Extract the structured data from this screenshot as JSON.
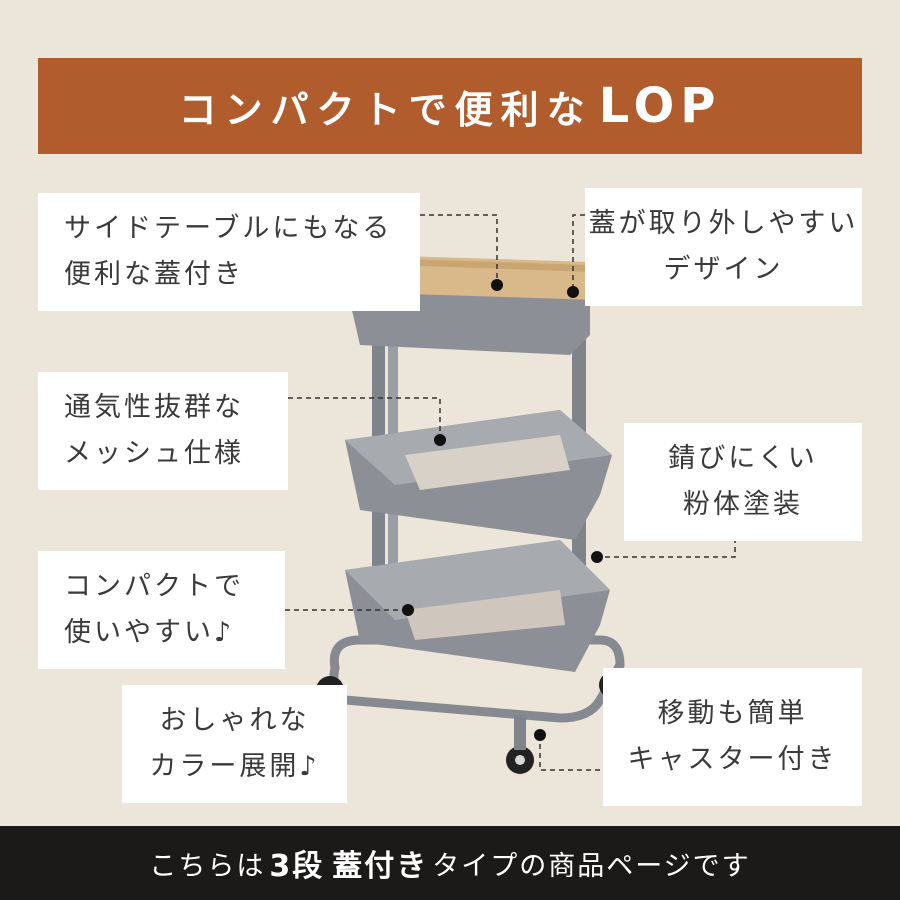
{
  "banner": {
    "title": "コンパクトで便利な",
    "brand": "LOP"
  },
  "features": [
    {
      "line1": "サイドテーブルにもなる",
      "line2": "便利な蓋付き"
    },
    {
      "line1": "蓋が取り外しやすい",
      "line2": "デザイン"
    },
    {
      "line1": "通気性抜群な",
      "line2": "メッシュ仕様"
    },
    {
      "line1": "錆びにくい",
      "line2": "粉体塗装"
    },
    {
      "line1": "コンパクトで",
      "line2": "使いやすい♪"
    },
    {
      "line1": "おしゃれな",
      "line2": "カラー展開♪"
    },
    {
      "line1": "移動も簡単",
      "line2": "キャスター付き"
    }
  ],
  "footer": {
    "prefix": "こちらは",
    "bold1": "3段",
    "bold2": "蓋付き",
    "suffix": "タイプの商品ページです"
  },
  "colors": {
    "background": "#ebe5da",
    "banner": "#b05c2c",
    "cart": "#8c9096",
    "wood_lid": "#d9b98a",
    "footer": "#1c1a19"
  }
}
